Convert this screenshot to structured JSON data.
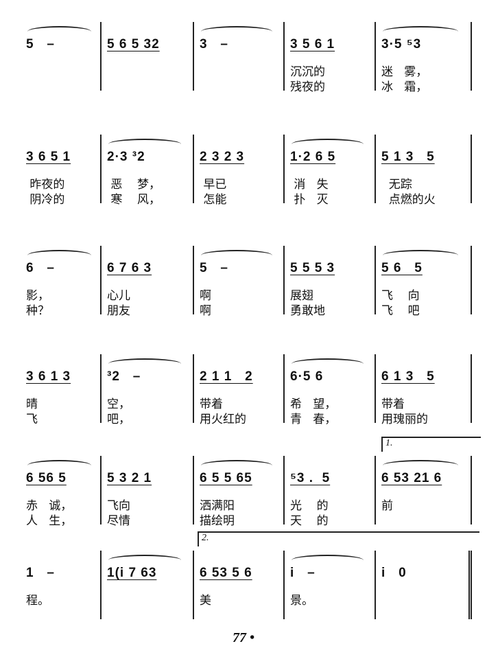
{
  "systems": [
    {
      "measures": [
        "5   –",
        "5 6 5 32",
        "3   –",
        "3 5 6 1",
        "3·5 ⁵3"
      ],
      "lyrics1": [
        "",
        "",
        "",
        "沉沉的",
        "迷   雾，"
      ],
      "lyrics2": [
        "",
        "",
        "",
        "残夜的",
        "冰   霜，"
      ]
    },
    {
      "measures": [
        "3 6 5 1",
        "2·3 ³2",
        "2 3 2 3",
        "1·2 6 5",
        "5 1 3   5"
      ],
      "lyrics1": [
        " 昨夜的",
        " 恶    梦，",
        " 早已",
        " 消   失",
        "  无踪"
      ],
      "lyrics2": [
        " 阴冷的",
        " 寒    风，",
        " 怎能",
        " 扑   灭",
        "  点燃的火"
      ]
    },
    {
      "measures": [
        "6   –",
        "6 7 6 3",
        "5   –",
        "5 5 5 3",
        "5 6   5"
      ],
      "lyrics1": [
        "影，",
        "心儿",
        "啊",
        "展翅",
        "飞    向"
      ],
      "lyrics2": [
        "种？",
        "朋友",
        "啊",
        "勇敢地",
        "飞    吧"
      ]
    },
    {
      "measures": [
        "3 6 1 3",
        "³2   –",
        "2 1 1   2",
        "6·5 6",
        "6 1 3   5"
      ],
      "lyrics1": [
        "晴",
        "空，",
        "带着",
        "希   望，",
        "带着"
      ],
      "lyrics2": [
        "飞",
        "吧，",
        "用火红的",
        "青   春，",
        "用瑰丽的"
      ]
    },
    {
      "volta": "1.",
      "measures": [
        "6 56 5",
        "5 3 2 1",
        "6 5 5 65",
        "⁵3 .  5",
        "6 53 21 6"
      ],
      "lyrics1": [
        "赤   诚，",
        "飞向",
        "洒满阳",
        "光    的",
        "前"
      ],
      "lyrics2": [
        "人   生，",
        "尽情",
        "描绘明",
        "天    的",
        ""
      ]
    },
    {
      "volta": "2.",
      "measures": [
        "1   –",
        "1(i 7 63",
        "6 53 5 6",
        "i   –",
        "i   0"
      ],
      "lyrics1": [
        "程。",
        "",
        "美",
        "景。",
        ""
      ],
      "lyrics2": [
        "",
        "",
        "",
        "",
        ""
      ]
    }
  ],
  "page_number": "77 •"
}
